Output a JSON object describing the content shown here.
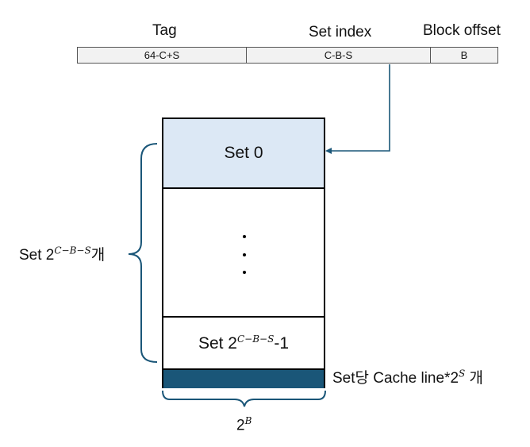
{
  "header": {
    "tag_label": "Tag",
    "set_index_label": "Set index",
    "block_offset_label": "Block offset"
  },
  "fields": [
    {
      "text": "64-C+S"
    },
    {
      "text": "C-B-S"
    },
    {
      "text": "B"
    }
  ],
  "cache": {
    "set0": "Set 0",
    "last_set_prefix": "Set 2",
    "last_set_exp": "C−B−S",
    "last_set_suffix": "-1"
  },
  "left_label": {
    "prefix": "Set 2",
    "exp": "C−B−S",
    "suffix": "개"
  },
  "right_label": {
    "prefix": "Set당 Cache line*2",
    "exp": "S",
    "suffix": " 개"
  },
  "bottom_label": {
    "base": "2",
    "exp": "B"
  },
  "colors": {
    "set0_fill": "#dce8f5",
    "cache_line_fill": "#1a5678",
    "arrow": "#1a5678",
    "brace": "#1a5678"
  }
}
